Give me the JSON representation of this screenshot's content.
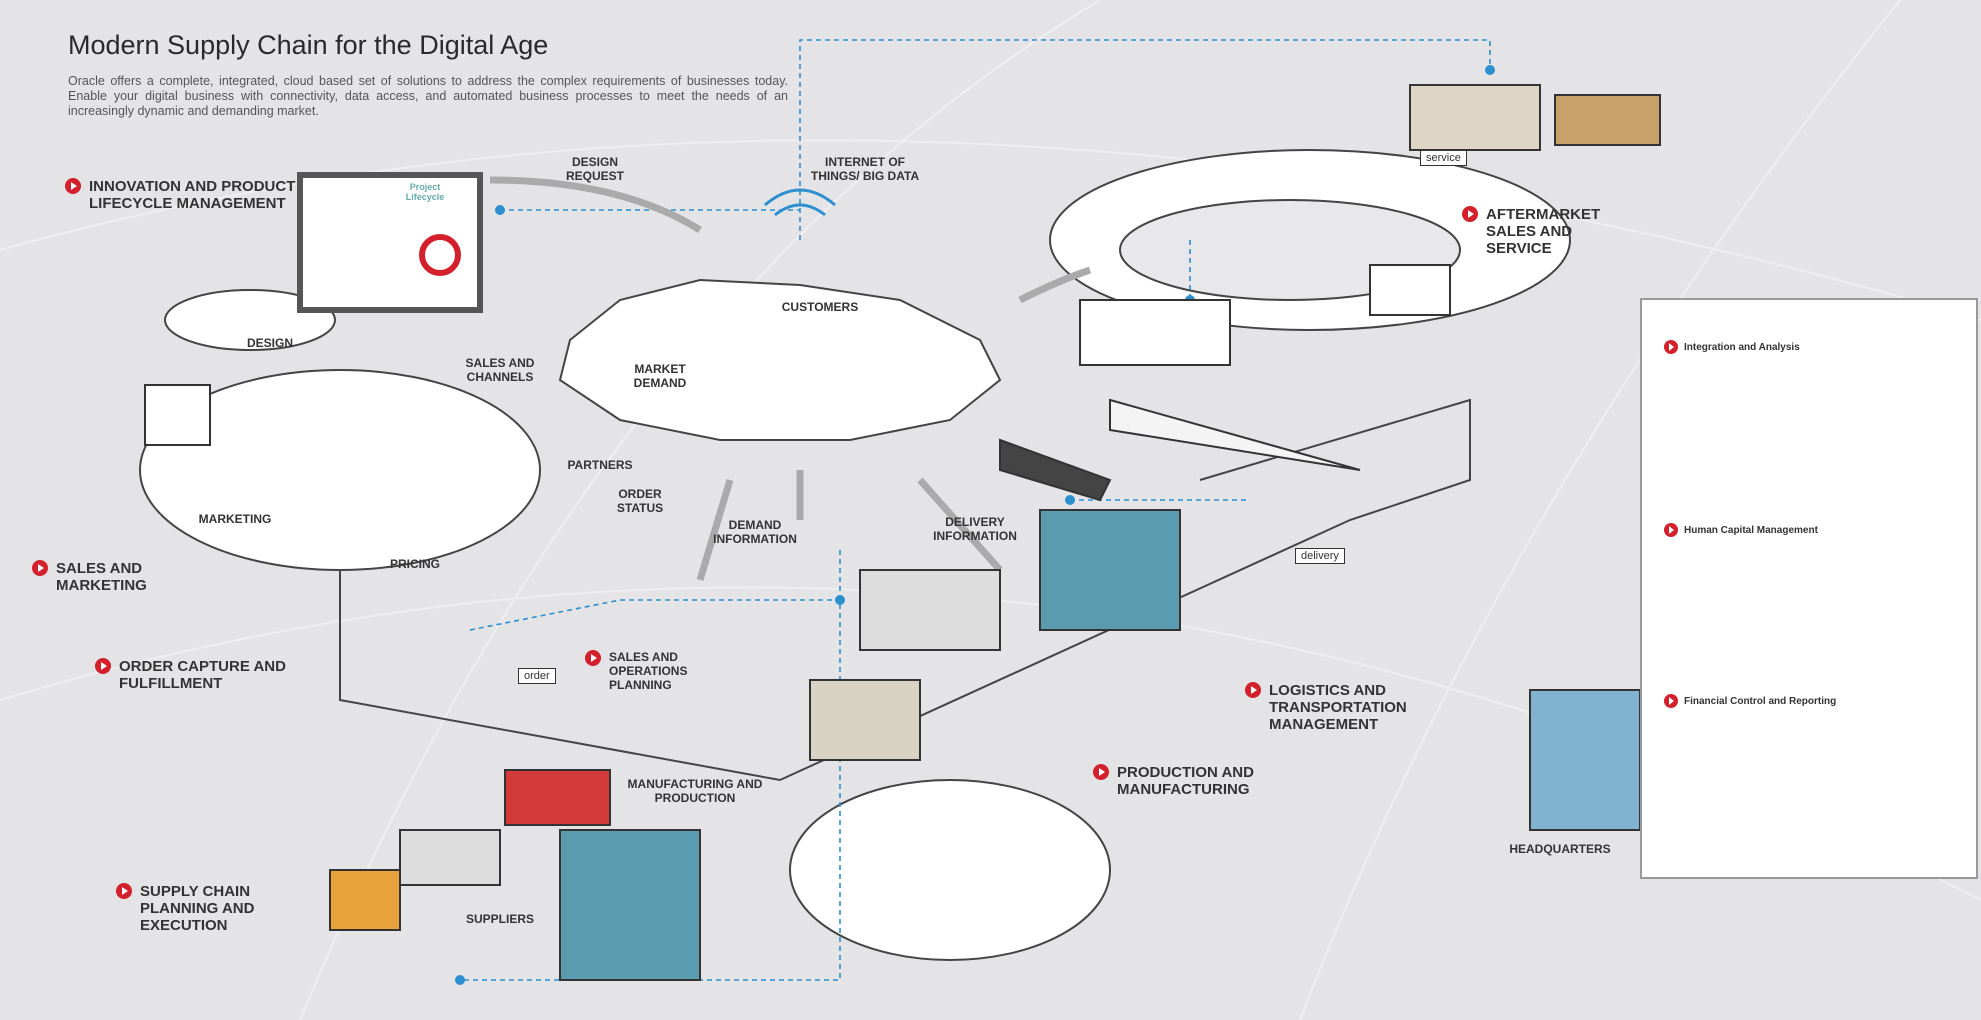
{
  "header": {
    "title": "Modern Supply Chain for the Digital Age",
    "intro": "Oracle offers a complete, integrated, cloud based set of solutions to address the complex requirements of businesses today. Enable your digital business with connectivity, data access, and automated business processes to meet the needs of an increasingly dynamic and demanding market."
  },
  "sections": {
    "innovation": "Innovation and Product Lifecycle Management",
    "aftermarket": "Aftermarket Sales and Service",
    "sales_marketing": "Sales and Marketing",
    "order_capture": "Order Capture and Fulfillment",
    "logistics": "Logistics and Transportation Management",
    "production": "Production and Manufacturing",
    "supply_chain": "Supply Chain Planning and Execution",
    "sop": "Sales and Operations Planning"
  },
  "labels": {
    "design_request": "Design Request",
    "iot": "Internet of Things/ Big Data",
    "design": "Design",
    "sales_channels": "Sales and Channels",
    "customers": "Customers",
    "market_demand": "Market Demand",
    "marketing": "Marketing",
    "partners": "Partners",
    "order_status": "Order Status",
    "pricing": "Pricing",
    "demand_info": "Demand Information",
    "delivery_info": "Delivery Information",
    "mfg_production": "Manufacturing and Production",
    "suppliers": "Suppliers",
    "headquarters": "Headquarters",
    "project_lifecycle": "Project Lifecycle"
  },
  "tags": {
    "service": "service",
    "order": "order",
    "delivery": "delivery"
  },
  "panel": {
    "items": [
      "Integration and Analysis",
      "Human Capital Management",
      "Financial Control and Reporting"
    ]
  },
  "colors": {
    "accent": "#d3202a",
    "link": "#2b8fd0",
    "background": "#e4e4e7"
  }
}
